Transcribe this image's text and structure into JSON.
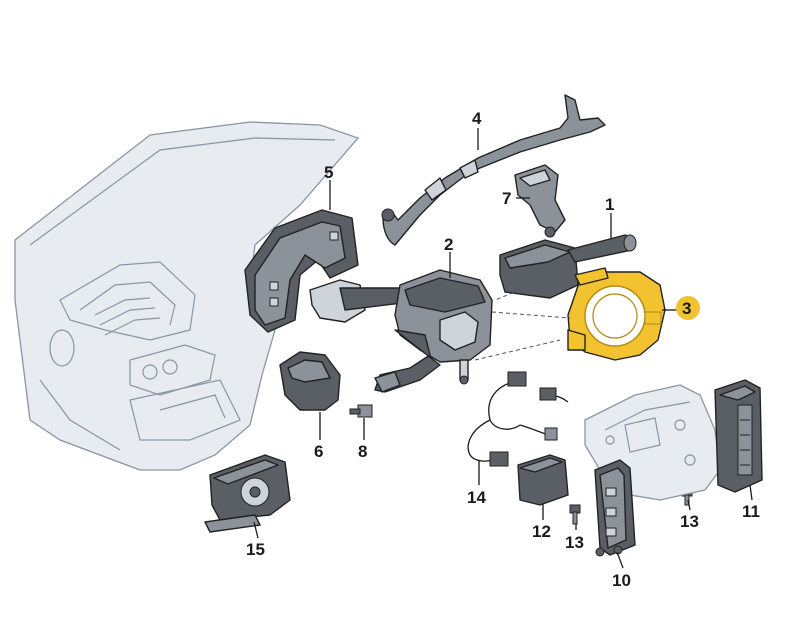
{
  "diagram": {
    "highlight_color": "#f2c230",
    "highlight_stroke": "#b08a10",
    "part_fill": "#5a5f66",
    "part_light": "#8c929a",
    "part_face": "#cfd4da",
    "panel_color": "#e8ecf1",
    "labels": {
      "p1": "1",
      "p2": "2",
      "p3": "3",
      "p4": "4",
      "p5": "5",
      "p6": "6",
      "p7": "7",
      "p8": "8",
      "p10": "10",
      "p11": "11",
      "p12": "12",
      "p13a": "13",
      "p13b": "13",
      "p14": "14",
      "p15": "15"
    }
  }
}
